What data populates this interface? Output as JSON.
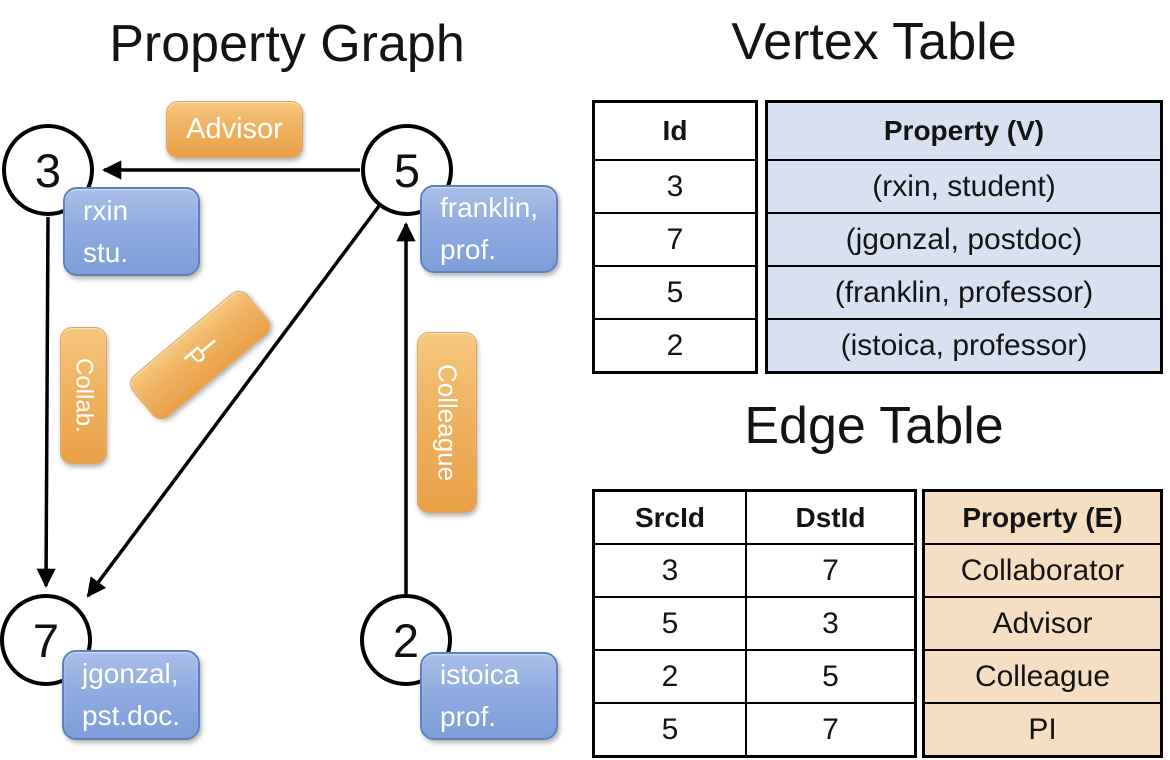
{
  "graph": {
    "title": "Property Graph",
    "nodes": [
      {
        "id": "3",
        "property_lines": [
          "rxin",
          "stu."
        ]
      },
      {
        "id": "5",
        "property_lines": [
          "franklin,",
          "prof."
        ]
      },
      {
        "id": "7",
        "property_lines": [
          "jgonzal,",
          "pst.doc."
        ]
      },
      {
        "id": "2",
        "property_lines": [
          "istoica",
          "prof."
        ]
      }
    ],
    "edge_labels": [
      {
        "label": "Advisor"
      },
      {
        "label": "Collab."
      },
      {
        "label": "PI"
      },
      {
        "label": "Colleague"
      }
    ]
  },
  "vertex_table": {
    "title": "Vertex Table",
    "columns": {
      "id": "Id",
      "property": "Property (V)"
    },
    "rows": [
      {
        "id": "3",
        "property": "(rxin, student)"
      },
      {
        "id": "7",
        "property": "(jgonzal, postdoc)"
      },
      {
        "id": "5",
        "property": "(franklin, professor)"
      },
      {
        "id": "2",
        "property": "(istoica, professor)"
      }
    ]
  },
  "edge_table": {
    "title": "Edge Table",
    "columns": {
      "src": "SrcId",
      "dst": "DstId",
      "property": "Property (E)"
    },
    "rows": [
      {
        "src": "3",
        "dst": "7",
        "property": "Collaborator"
      },
      {
        "src": "5",
        "dst": "3",
        "property": "Advisor"
      },
      {
        "src": "2",
        "dst": "5",
        "property": "Colleague"
      },
      {
        "src": "5",
        "dst": "7",
        "property": "PI"
      }
    ]
  },
  "colors": {
    "edge_label_fill": "#EFB361",
    "vertex_label_fill": "#8FACDF",
    "vertex_property_fill": "#D8E1F2",
    "edge_property_fill": "#F6DEC2",
    "line": "#000000"
  }
}
